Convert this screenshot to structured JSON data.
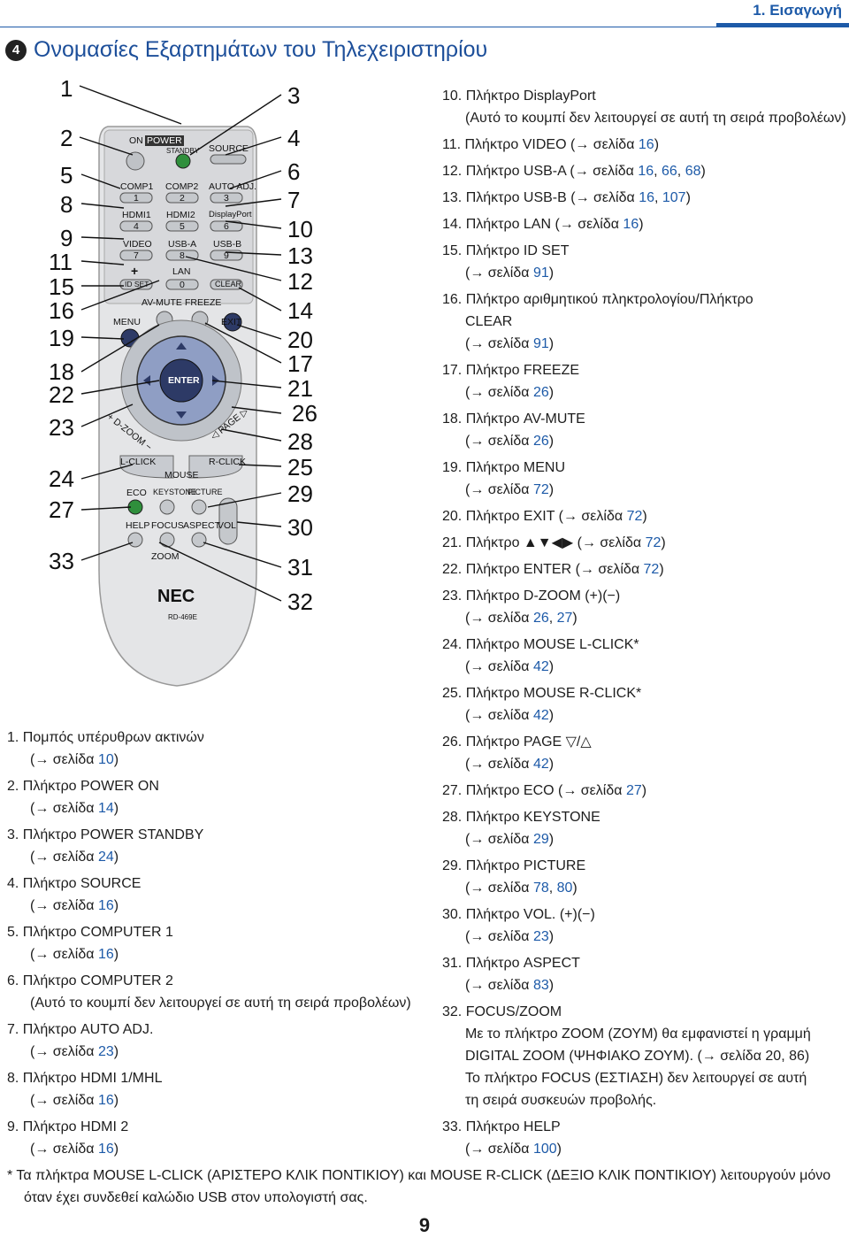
{
  "header": {
    "section_label": "1. Εισαγωγή"
  },
  "section": {
    "number": "4",
    "title": "Ονομασίες Εξαρτημάτων του Τηλεχειριστηρίου"
  },
  "remote": {
    "left_numbers": [
      "1",
      "2",
      "5",
      "8",
      "9",
      "11",
      "15",
      "16",
      "19",
      "18",
      "22",
      "23",
      "24",
      "27",
      "33"
    ],
    "right_numbers": [
      "3",
      "4",
      "6",
      "7",
      "10",
      "13",
      "12",
      "14",
      "20",
      "17",
      "21",
      "26",
      "28",
      "25",
      "29",
      "30",
      "31",
      "32"
    ],
    "buttons": {
      "on": "ON",
      "power": "POWER",
      "standby": "STANDBY",
      "source": "SOURCE",
      "comp1": "COMP1",
      "comp2": "COMP2",
      "autoadj": "AUTO ADJ.",
      "hdmi1": "HDMI1",
      "hdmi2": "HDMI2",
      "displayport": "DisplayPort",
      "video": "VIDEO",
      "usba": "USB-A",
      "usbb": "USB-B",
      "plus": "+",
      "lan": "LAN",
      "idset": "ID SET",
      "clear": "CLEAR",
      "avmute": "AV-MUTE",
      "freeze": "FREEZE",
      "menu": "MENU",
      "exit": "EXIT",
      "enter": "ENTER",
      "dzoom": "+ D-ZOOM −",
      "page": "◁ PAGE ▷",
      "lclick": "L-CLICK",
      "rclick": "R-CLICK",
      "mouse": "MOUSE",
      "eco": "ECO",
      "keystone": "KEYSTONE",
      "picture": "PICTURE",
      "help": "HELP",
      "focus": "FOCUS",
      "aspect": "ASPECT",
      "vol": "VOL",
      "zoom": "ZOOM",
      "brand": "NEC",
      "model": "RD-469E",
      "k1": "1",
      "k2": "2",
      "k3": "3",
      "k4": "4",
      "k5": "5",
      "k6": "6",
      "k7": "7",
      "k8": "8",
      "k9": "9",
      "k0": "0"
    }
  },
  "left_list": [
    {
      "title": "1. Πομπός υπέρυθρων ακτινών",
      "ref_pre": "(→ σελίδα ",
      "pages": [
        "10"
      ]
    },
    {
      "title": "2. Πλήκτρο POWER ON",
      "ref_pre": "(→ σελίδα ",
      "pages": [
        "14"
      ]
    },
    {
      "title": "3. Πλήκτρο POWER STANDBY",
      "ref_pre": "(→ σελίδα ",
      "pages": [
        "24"
      ]
    },
    {
      "title": "4. Πλήκτρο SOURCE",
      "ref_pre": "(→ σελίδα ",
      "pages": [
        "16"
      ]
    },
    {
      "title": "5. Πλήκτρο COMPUTER 1",
      "ref_pre": "(→ σελίδα ",
      "pages": [
        "16"
      ]
    },
    {
      "title": "6. Πλήκτρο COMPUTER 2",
      "note": "(Αυτό το κουμπί δεν λειτουργεί σε αυτή τη σειρά προβολέων)"
    },
    {
      "title": "7. Πλήκτρο AUTO ADJ.",
      "ref_pre": "(→ σελίδα ",
      "pages": [
        "23"
      ]
    },
    {
      "title": "8. Πλήκτρο HDMI 1/MHL",
      "ref_pre": "(→ σελίδα ",
      "pages": [
        "16"
      ]
    },
    {
      "title": "9. Πλήκτρο HDMI 2",
      "ref_pre": "(→ σελίδα ",
      "pages": [
        "16"
      ]
    }
  ],
  "right_list": [
    {
      "title": "10. Πλήκτρο DisplayPort",
      "note": "(Αυτό το κουμπί δεν λειτουργεί σε αυτή τη σειρά προβολέων)"
    },
    {
      "title": "11. Πλήκτρο VIDEO (→ σελίδα ",
      "pages": [
        "16"
      ],
      "inline": true
    },
    {
      "title": "12. Πλήκτρο USB-A (→ σελίδα ",
      "pages": [
        "16",
        "66",
        "68"
      ],
      "inline": true
    },
    {
      "title": "13. Πλήκτρο USB-B (→ σελίδα ",
      "pages": [
        "16",
        "107"
      ],
      "inline": true
    },
    {
      "title": "14. Πλήκτρο LAN (→ σελίδα ",
      "pages": [
        "16"
      ],
      "inline": true
    },
    {
      "title": "15. Πλήκτρο ID SET",
      "ref_pre": "(→ σελίδα ",
      "pages": [
        "91"
      ]
    },
    {
      "title": "16. Πλήκτρο αριθμητικού πληκτρολογίου/Πλήκτρο",
      "note": "CLEAR",
      "ref_pre": "(→ σελίδα ",
      "pages": [
        "91"
      ]
    },
    {
      "title": "17. Πλήκτρο FREEZE",
      "ref_pre": "(→ σελίδα ",
      "pages": [
        "26"
      ]
    },
    {
      "title": "18. Πλήκτρο AV-MUTE",
      "ref_pre": "(→ σελίδα ",
      "pages": [
        "26"
      ]
    },
    {
      "title": "19. Πλήκτρο MENU",
      "ref_pre": "(→ σελίδα ",
      "pages": [
        "72"
      ]
    },
    {
      "title": "20. Πλήκτρο EXIT (→ σελίδα ",
      "pages": [
        "72"
      ],
      "inline": true
    },
    {
      "title": "21. Πλήκτρο ▲▼◀▶ (→ σελίδα ",
      "pages": [
        "72"
      ],
      "inline": true
    },
    {
      "title": "22. Πλήκτρο ENTER (→ σελίδα ",
      "pages": [
        "72"
      ],
      "inline": true
    },
    {
      "title": "23. Πλήκτρο D-ZOOM (+)(−)",
      "ref_pre": "(→ σελίδα ",
      "pages": [
        "26",
        "27"
      ]
    },
    {
      "title": "24. Πλήκτρο MOUSE L-CLICK*",
      "ref_pre": "(→ σελίδα ",
      "pages": [
        "42"
      ]
    },
    {
      "title": "25. Πλήκτρο MOUSE R-CLICK*",
      "ref_pre": "(→ σελίδα ",
      "pages": [
        "42"
      ]
    },
    {
      "title": "26. Πλήκτρο PAGE ▽/△",
      "ref_pre": "(→ σελίδα ",
      "pages": [
        "42"
      ]
    },
    {
      "title": "27. Πλήκτρο ECO (→ σελίδα ",
      "pages": [
        "27"
      ],
      "inline": true
    },
    {
      "title": "28. Πλήκτρο KEYSTONE",
      "ref_pre": "(→ σελίδα ",
      "pages": [
        "29"
      ]
    },
    {
      "title": "29. Πλήκτρο PICTURE",
      "ref_pre": "(→ σελίδα ",
      "pages": [
        "78",
        "80"
      ]
    },
    {
      "title": "30. Πλήκτρο VOL. (+)(−)",
      "ref_pre": "(→ σελίδα ",
      "pages": [
        "23"
      ]
    },
    {
      "title": "31. Πλήκτρο ASPECT",
      "ref_pre": "(→ σελίδα ",
      "pages": [
        "83"
      ]
    },
    {
      "title": "32. FOCUS/ZOOM",
      "desc": [
        "Με το πλήκτρο ZOOM (ΖΟΥΜ) θα εμφανιστεί η γραμμή",
        "DIGITAL ZOOM (ΨΗΦΙΑΚΟ ΖΟΥΜ). (→ σελίδα 20, 86)",
        "Το πλήκτρο FOCUS (ΕΣΤΙΑΣΗ) δεν λειτουργεί σε αυτή",
        "τη σειρά συσκευών προβολής."
      ]
    },
    {
      "title": "33. Πλήκτρο HELP",
      "ref_pre": "(→ σελίδα ",
      "pages": [
        "100"
      ]
    }
  ],
  "footnote": {
    "line1": "*  Τα πλήκτρα MOUSE L-CLICK (ΑΡΙΣΤΕΡΟ ΚΛΙΚ ΠΟΝΤΙΚΙΟΥ) και MOUSE R-CLICK (ΔΕΞΙΟ ΚΛΙΚ ΠΟΝΤΙΚΙΟΥ) λειτουργούν μόνο",
    "line2": "όταν έχει συνδεθεί καλώδιο USB στον υπολογιστή σας."
  },
  "page_number": "9",
  "colors": {
    "accent": "#1d5aa8",
    "remote_body": "#e3e4e6",
    "green_button": "#2f8f3c"
  }
}
